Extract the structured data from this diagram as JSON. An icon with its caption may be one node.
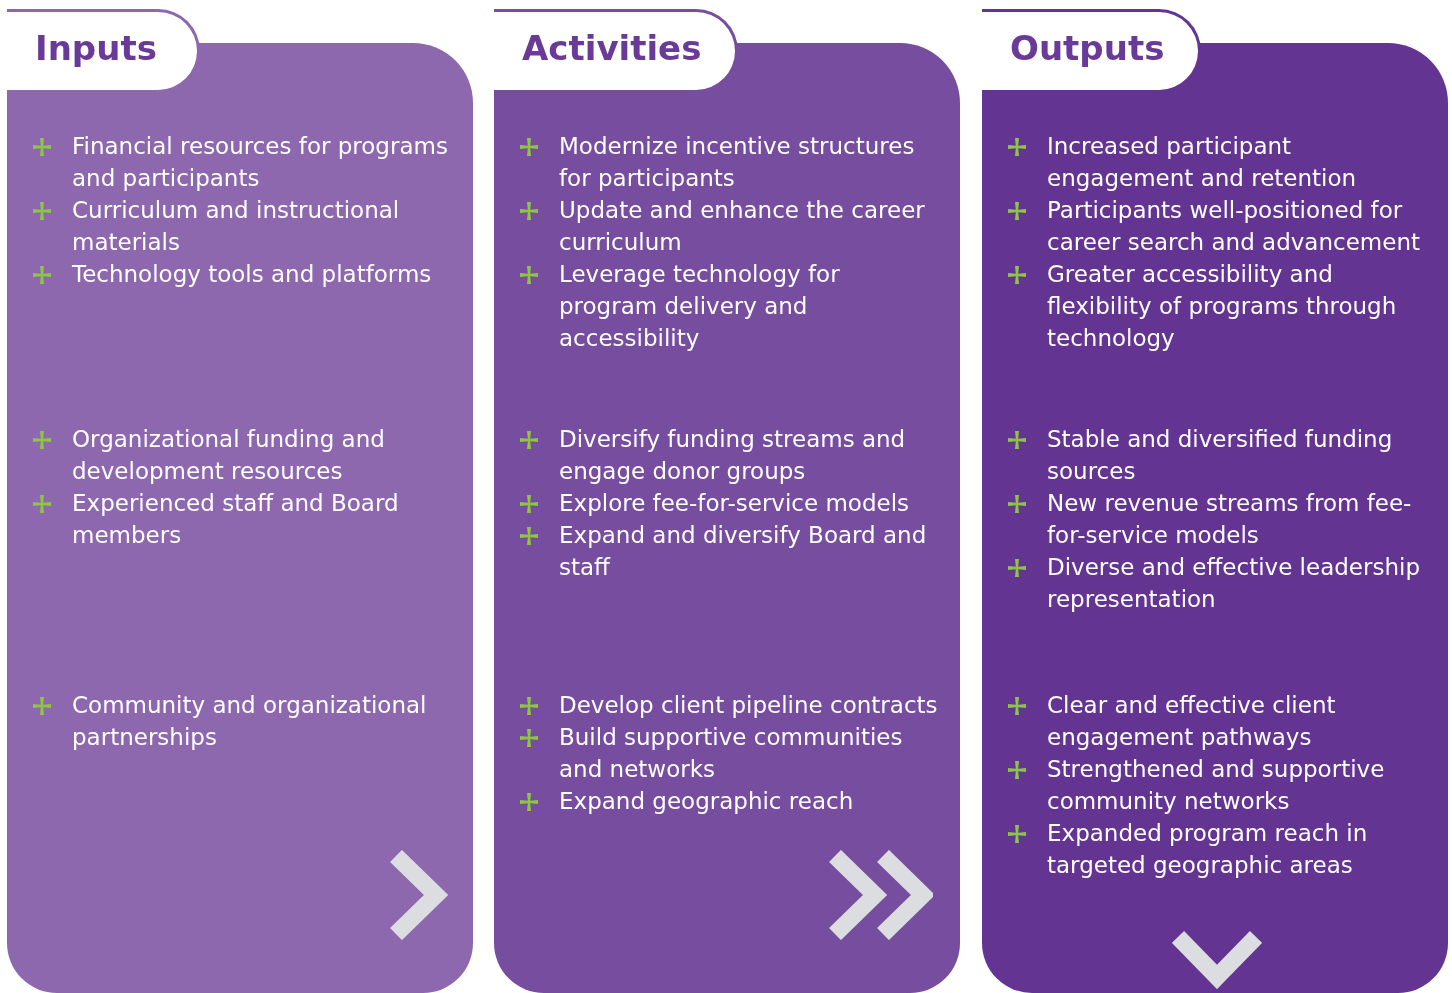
{
  "diagram": {
    "nodes": [
      {
        "text": [
          "Inputs",
          "Financial resources for programs and participants",
          "Curriculum and instructional materials",
          "Technology tools and platforms",
          "Organizational funding and development resources",
          "Experienced staff and Board members",
          "Community and organizational partnerships"
        ]
      },
      {
        "text": [
          "Activities",
          "Modernize incentive structures for participants",
          "Update and enhance the career curriculum",
          "Leverage technology for program delivery and accessibility",
          "Diversify funding streams and engage donor groups",
          "Explore fee-for-service models",
          "Expand and diversify Board and staff",
          "Develop client pipeline contracts",
          "Build supportive communities and networks",
          "Expand geographic reach"
        ]
      },
      {
        "text": [
          "Outputs",
          "Increased participant engagement and retention",
          "Participants well-positioned for career search and advancement",
          "Greater accessibility and flexibility of programs through technology",
          "Stable and diversified funding sources",
          "New revenue streams from fee-for-service models",
          "Diverse and effective leadership representation",
          "Clear and effective client engagement pathways",
          "Strengthened and supportive community networks",
          "Expanded program reach in targeted geographic areas"
        ]
      }
    ]
  }
}
